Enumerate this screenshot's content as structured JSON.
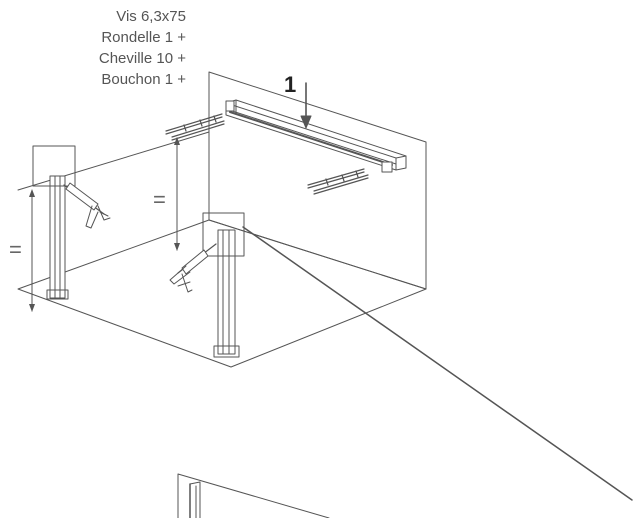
{
  "parts": [
    {
      "label": "Vis 6,3x75"
    },
    {
      "label": "Rondelle 1 +"
    },
    {
      "label": "Cheville 10 +"
    },
    {
      "label": "Bouchon 1 +"
    }
  ],
  "step_number": "1",
  "equal_mark": "=",
  "colors": {
    "line": "#555555",
    "text": "#555555",
    "bold_text": "#222222"
  },
  "icons": {
    "caulking_gun": "caulking-gun-icon",
    "screw": "screw-icon",
    "arrow_down": "arrow-down-icon"
  }
}
